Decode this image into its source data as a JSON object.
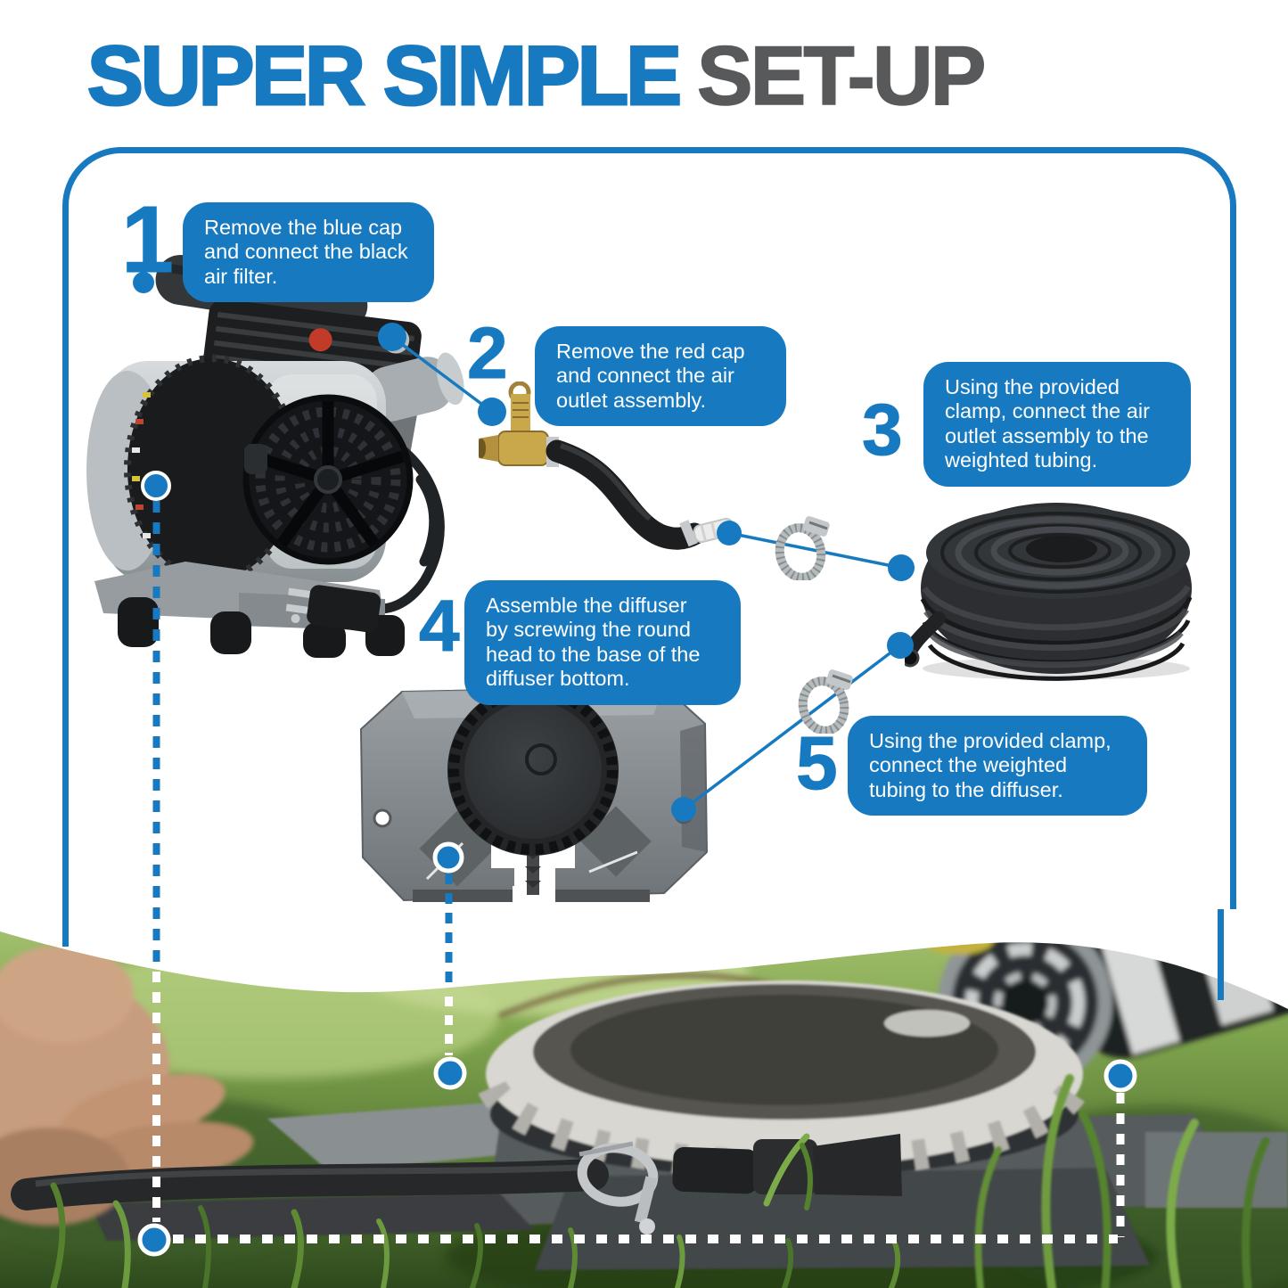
{
  "title": {
    "primary": "SUPER SIMPLE",
    "secondary": "SET-UP"
  },
  "colors": {
    "accent_blue": "#177ac1",
    "title_gray": "#58595b",
    "background": "#ffffff",
    "dotted_line_white": "#ffffff"
  },
  "steps": [
    {
      "number": "1",
      "text": "Remove the blue cap\nand connect the black\nair filter."
    },
    {
      "number": "2",
      "text": "Remove the red cap\nand connect the air\noutlet assembly."
    },
    {
      "number": "3",
      "text": "Using the provided\nclamp, connect the air\noutlet assembly to the\nweighted tubing."
    },
    {
      "number": "4",
      "text": "Assemble the diffuser\nby screwing the round\nhead to the base of the\ndiffuser bottom."
    },
    {
      "number": "5",
      "text": "Using the provided clamp,\nconnect the weighted\ntubing to the diffuser."
    }
  ],
  "illustrations": {
    "compressor": "rocking-piston air compressor with fan cover, power cord and plug",
    "air_outlet_assembly": "brass valve with black hose and white fitting",
    "hose_clamp_1": "stainless worm-gear hose clamp",
    "hose_clamp_2": "stainless worm-gear hose clamp",
    "weighted_tubing": "coil of black weighted tubing",
    "diffuser": "diffuser base plate with round membrane head",
    "installation_photo": "diffuser disc and compressor installed on grass with hand connecting tubing"
  }
}
